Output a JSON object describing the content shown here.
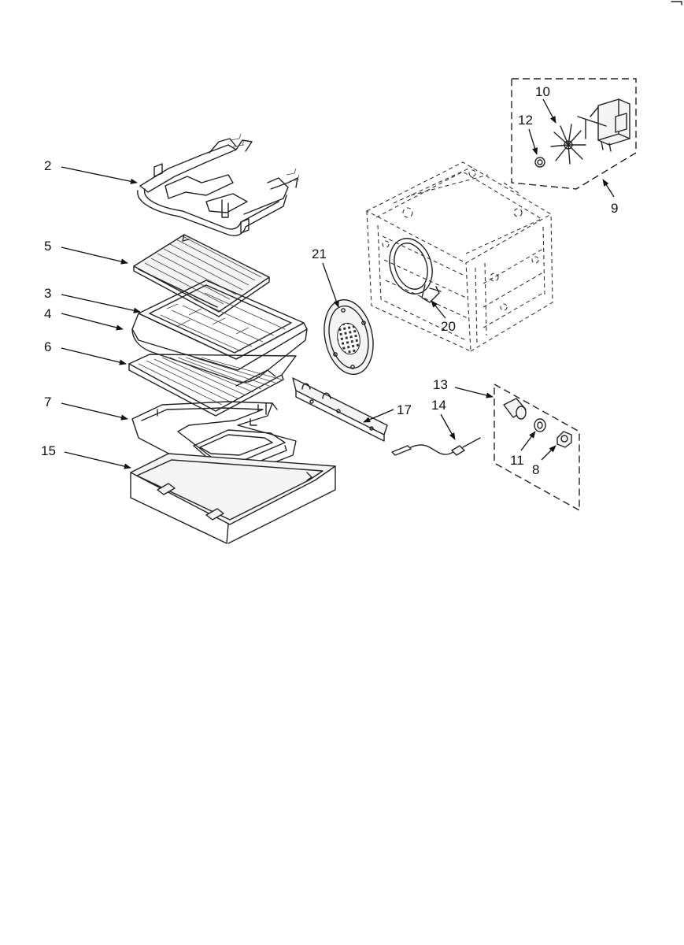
{
  "callouts": {
    "c2": "2",
    "c5": "5",
    "c3": "3",
    "c4": "4",
    "c6": "6",
    "c7": "7",
    "c15": "15",
    "c21": "21",
    "c20": "20",
    "c10": "10",
    "c12": "12",
    "c9": "9",
    "c13": "13",
    "c14": "14",
    "c17": "17",
    "c11": "11",
    "c8": "8"
  }
}
